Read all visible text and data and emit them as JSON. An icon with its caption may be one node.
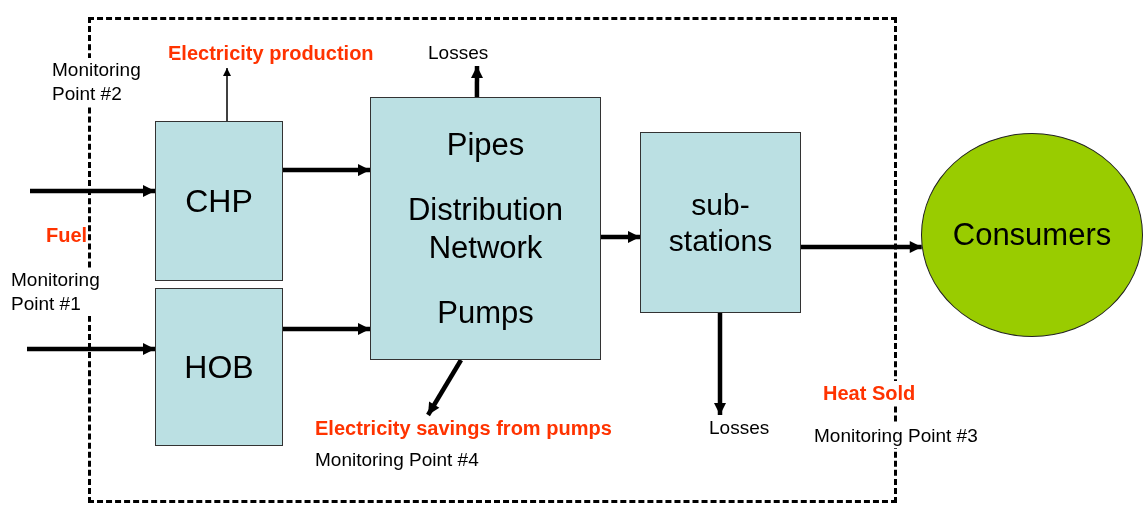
{
  "diagram": {
    "nodes": [
      {
        "text": [],
        "shape": "box"
      },
      {
        "text": [
          "CHP"
        ],
        "in": 0
      },
      {
        "text": [
          "HOB"
        ],
        "in": 0
      },
      {
        "text": [
          "Pipes",
          "Distribution Network",
          "Pumps"
        ],
        "in": 0
      },
      {
        "text": [
          "sub- stations"
        ],
        "in": 0
      },
      {
        "text": [
          "Consumers"
        ]
      },
      {
        "text": [
          "Electricity production"
        ],
        "in": 0
      },
      {
        "text": [
          "Losses"
        ],
        "in": 0
      },
      {
        "text": [
          "Electricity savings from pumps"
        ],
        "in": 0
      },
      {
        "text": [
          "Losses"
        ],
        "in": 0
      }
    ],
    "edges": [
      {
        "from": null,
        "to": 1,
        "arrow": "to"
      },
      {
        "from": null,
        "to": 2,
        "arrow": "to"
      },
      {
        "from": 1,
        "to": 3,
        "arrow": "to"
      },
      {
        "from": 2,
        "to": 3,
        "arrow": "to"
      },
      {
        "from": 3,
        "to": 4,
        "arrow": "to"
      },
      {
        "from": 4,
        "to": 5,
        "arrow": "to"
      },
      {
        "from": 1,
        "to": 6,
        "arrow": "to"
      },
      {
        "from": 3,
        "to": 7,
        "arrow": "to"
      },
      {
        "from": 3,
        "to": 8,
        "arrow": "to"
      },
      {
        "from": 4,
        "to": 9,
        "arrow": "to"
      }
    ],
    "labels": [
      "Monitoring Point #2",
      "Fuel",
      "Monitoring Point #1",
      "Monitoring Point #4",
      "Heat Sold",
      "Monitoring Point #3"
    ]
  }
}
